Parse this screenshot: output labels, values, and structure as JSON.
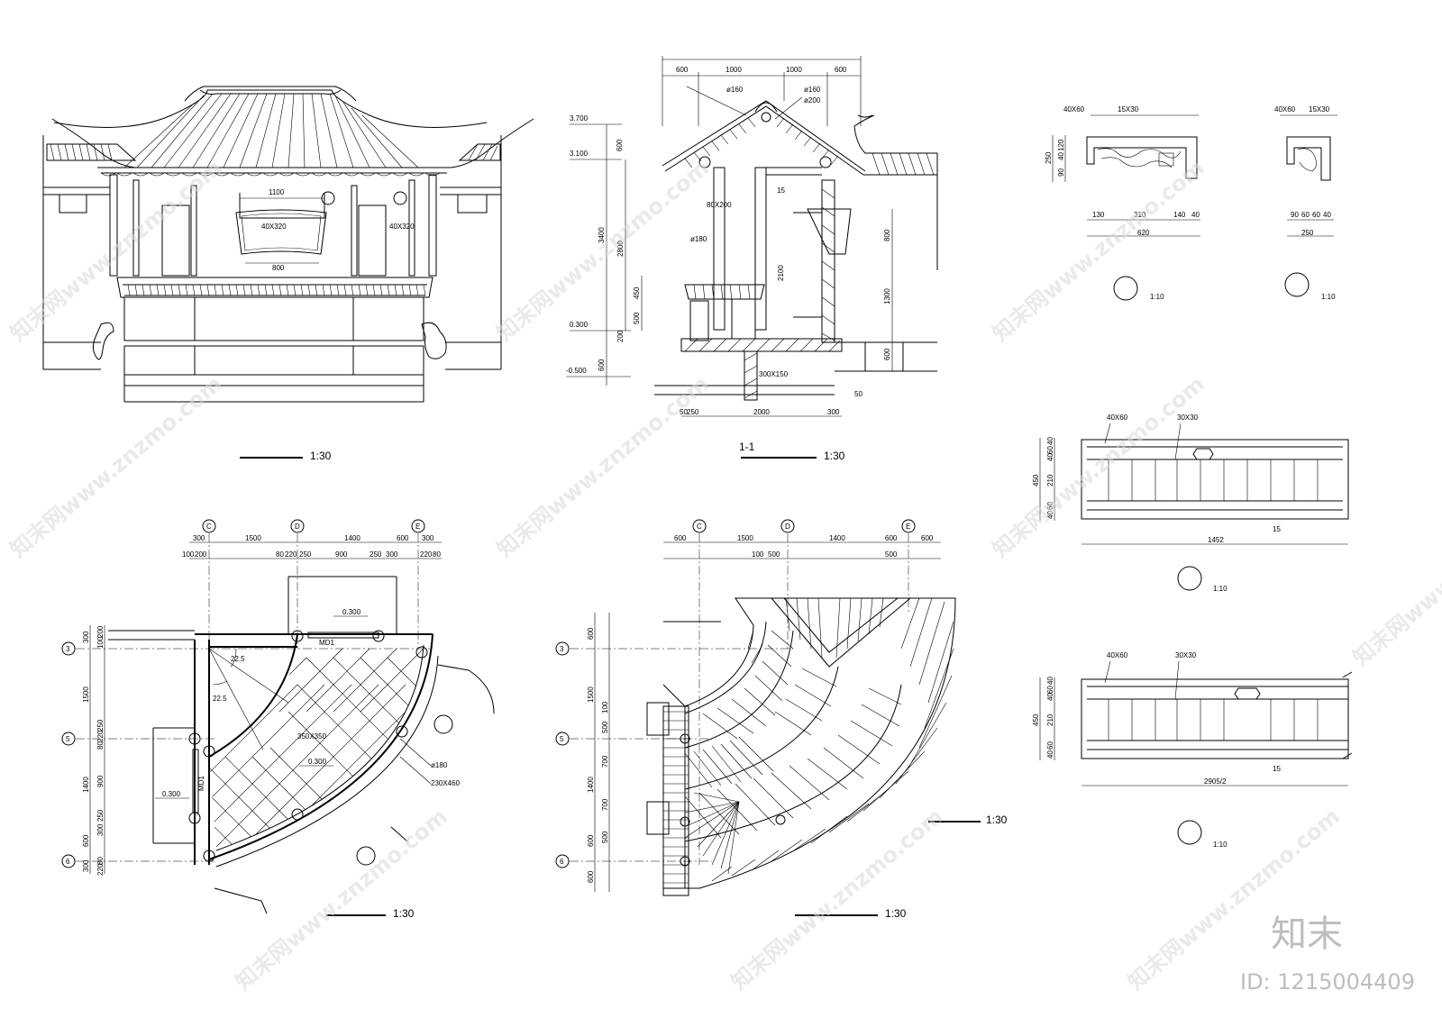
{
  "elevation": {
    "dims": [
      "1100",
      "40X320",
      "40X320",
      "800"
    ],
    "scale": "1:30"
  },
  "section": {
    "top_dims": [
      "600",
      "1000",
      "1000",
      "600"
    ],
    "levels": [
      "3.700",
      "3.100",
      "0.300",
      "-0.500"
    ],
    "left_dims": [
      "600",
      "3400",
      "2800",
      "450",
      "500",
      "200",
      "600"
    ],
    "labels": [
      "ø160",
      "ø160",
      "ø200",
      "80X200",
      "15",
      "ø180",
      "2100",
      "300X150",
      "50"
    ],
    "right_dims": [
      "800",
      "1300",
      "600"
    ],
    "bottom_dims": [
      "50",
      "250",
      "2000",
      "300"
    ],
    "title": "1-1",
    "scale": "1:30"
  },
  "bracket1": {
    "dims": [
      "40X60",
      "15X30",
      "250",
      "120",
      "40",
      "90",
      "130",
      "310",
      "140",
      "40",
      "620"
    ],
    "scale": "1:10"
  },
  "bracket2": {
    "dims": [
      "40X60",
      "15X30",
      "90",
      "60",
      "60",
      "40",
      "250"
    ],
    "scale": "1:10"
  },
  "railing1": {
    "dims": [
      "40X60",
      "30X30",
      "450",
      "40",
      "60",
      "40",
      "210",
      "60",
      "40",
      "15",
      "1452"
    ],
    "scale": "1:10"
  },
  "railing2": {
    "dims": [
      "40X60",
      "30X30",
      "450",
      "40",
      "60",
      "40",
      "210",
      "60",
      "40",
      "15",
      "2905/2"
    ],
    "scale": "1:10"
  },
  "floor_plan": {
    "axes": [
      "C",
      "D",
      "E",
      "3",
      "5",
      "6"
    ],
    "top_dims": [
      "300",
      "1500",
      "1400",
      "600",
      "300"
    ],
    "top_dims2": [
      "100",
      "200",
      "80",
      "220",
      "250",
      "900",
      "250",
      "300",
      "220",
      "80"
    ],
    "left_dims": [
      "300",
      "200",
      "100",
      "1500",
      "250",
      "220",
      "80",
      "1400",
      "900",
      "250",
      "300",
      "600",
      "300",
      "80",
      "220"
    ],
    "labels": [
      "0.300",
      "MD1",
      "22.5",
      "22.5",
      "350X350",
      "0.300",
      "ø180",
      "230X460",
      "MD1",
      "0.300"
    ],
    "scale": "1:30"
  },
  "roof_plan": {
    "axes": [
      "C",
      "D",
      "E",
      "3",
      "5",
      "6"
    ],
    "top_dims": [
      "600",
      "1500",
      "1400",
      "600",
      "600"
    ],
    "top_dims2": [
      "100",
      "500",
      "500"
    ],
    "left_dims": [
      "600",
      "1500",
      "100",
      "500",
      "700",
      "1400",
      "700",
      "500",
      "600",
      "600"
    ],
    "scale": "1:30",
    "scale2": "1:30"
  },
  "watermark": {
    "text": "知末网www.znzmo.com",
    "brand": "知末",
    "id": "ID: 1215004409"
  }
}
